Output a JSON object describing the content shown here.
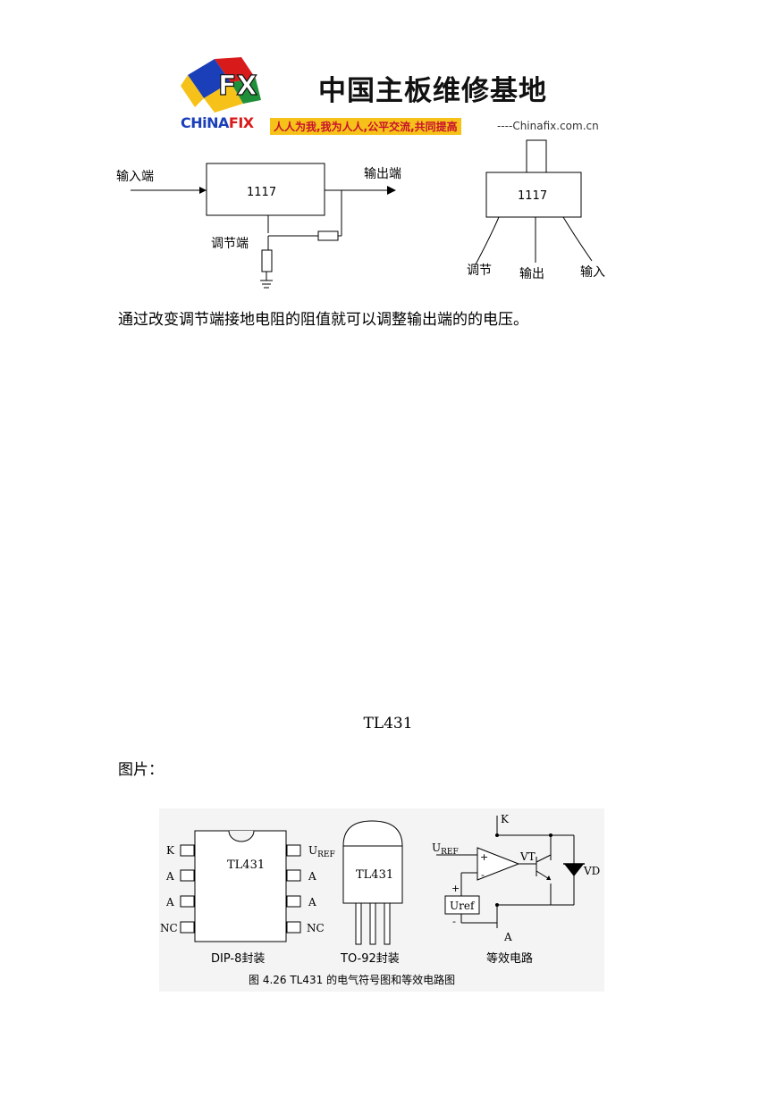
{
  "banner": {
    "logo_mark": "FX",
    "brand_c": "CHiNA",
    "brand_fix": "FIX",
    "title": "中国主板维修基地",
    "slogan": "人人为我,我为人人,公平交流,共同提高",
    "site": "----Chinafix.com.cn",
    "colors": {
      "blue": "#1a3fb8",
      "red": "#d91a1a",
      "yellow": "#f6c21a",
      "green": "#1f8f3a"
    }
  },
  "diagram1": {
    "chip": "1117",
    "input": "输入端",
    "output": "输出端",
    "adjust": "调节端"
  },
  "diagram2": {
    "chip": "1117",
    "pin_adjust": "调节",
    "pin_output": "输出",
    "pin_input": "输入"
  },
  "paragraph": "通过改变调节端接地电阻的阻值就可以调整输出端的的电压。",
  "heading": "TL431",
  "image_label": "图片：",
  "figure": {
    "dip": {
      "chip": "TL431",
      "left_pins": [
        "K",
        "A",
        "A",
        "NC"
      ],
      "right_pins": [
        "U",
        "A",
        "A",
        "NC"
      ],
      "right_sub": "REF",
      "caption": "DIP-8封装"
    },
    "to92": {
      "chip": "TL431",
      "caption": "TO-92封装"
    },
    "equiv": {
      "k": "K",
      "a": "A",
      "uref_in": "U",
      "uref_sub": "REF",
      "plus": "+",
      "minus": "-",
      "vt": "VT",
      "vd": "VD",
      "src_label": "Uref",
      "src_plus": "+",
      "src_minus": "-",
      "caption": "等效电路"
    },
    "caption": "图 4.26 TL431 的电气符号图和等效电路图"
  }
}
